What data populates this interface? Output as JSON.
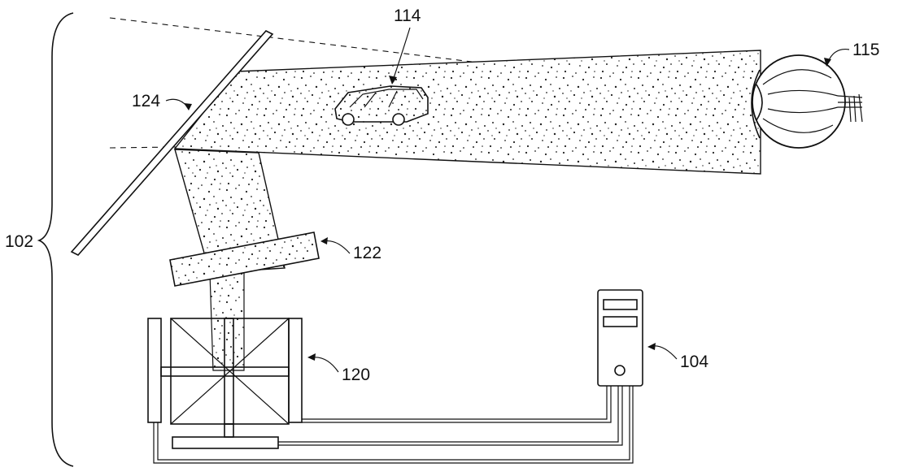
{
  "figure": {
    "labels": {
      "system": "102",
      "computer": "104",
      "object": "114",
      "eye": "115",
      "projector": "120",
      "lens": "122",
      "combiner": "124"
    },
    "colors": {
      "line": "#111111",
      "background": "#ffffff",
      "speckle": "#222222"
    },
    "icons": [
      "car-icon",
      "eye-icon",
      "computer-tower-icon"
    ]
  }
}
